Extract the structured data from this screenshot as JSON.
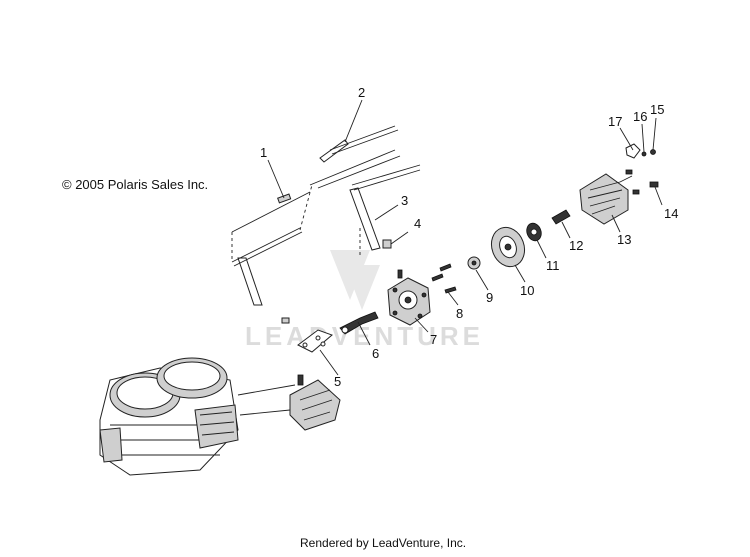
{
  "copyright": "© 2005 Polaris Sales Inc.",
  "footer": "Rendered by LeadVenture, Inc.",
  "watermark": "LEADVENTURE",
  "callouts": [
    "1",
    "2",
    "3",
    "4",
    "5",
    "6",
    "7",
    "8",
    "9",
    "10",
    "11",
    "12",
    "13",
    "14",
    "15",
    "16",
    "17"
  ]
}
